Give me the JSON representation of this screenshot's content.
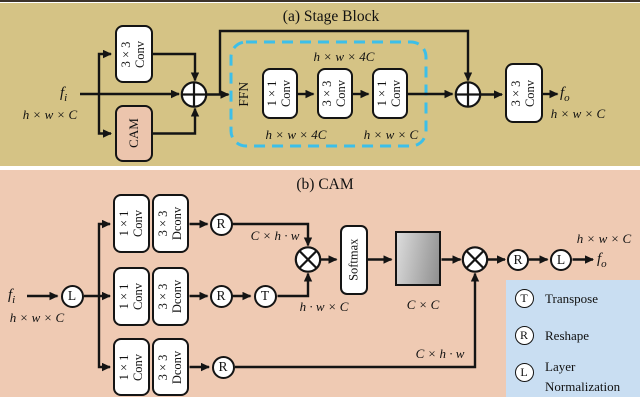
{
  "figure": {
    "panel_a": {
      "title": "(a) Stage Block",
      "input": {
        "var": "f",
        "sub": "i",
        "dim": "h × w × C"
      },
      "output": {
        "var": "f",
        "sub": "o",
        "dim": "h × w × C"
      },
      "cam_box": "CAM",
      "ffn": {
        "label": "FFN",
        "dim_top": "h × w × 4C",
        "dim_bottom_left": "h × w × 4C",
        "dim_bottom_right": "h × w × C"
      }
    },
    "panel_b": {
      "title": "(b) CAM",
      "input": {
        "var": "f",
        "sub": "i",
        "dim": "h × w × C"
      },
      "output": {
        "var": "f",
        "sub": "o",
        "dim": "h × w × C"
      },
      "softmax": "Softmax",
      "dims": {
        "query": "C × h · w",
        "key": "h · w × C",
        "attention": "C × C",
        "value": "C × h · w"
      },
      "ops": {
        "reshape": "R",
        "transpose": "T",
        "layer_norm": "L"
      }
    },
    "boxes": {
      "conv1x1_line1": "1 × 1",
      "conv3x3_line1": "3 × 3",
      "conv_line2": "Conv",
      "dconv_line2": "Dconv"
    },
    "legend": {
      "transpose": {
        "symbol": "T",
        "label": "Transpose"
      },
      "reshape": {
        "symbol": "R",
        "label": "Reshape"
      },
      "layer_norm": {
        "symbol": "L",
        "label_line1": "Layer",
        "label_line2": "Normalization"
      }
    },
    "colors": {
      "panel_a_bg": "#d5c385",
      "panel_b_bg": "#efcab3",
      "cam_fill": "#ecc5ad",
      "legend_bg": "#c9def2",
      "ffn_dash": "#3cbfe9",
      "line": "#141414",
      "matrix_gradient_start": "#dcdcdc",
      "matrix_gradient_end": "#8f8f8f"
    }
  }
}
